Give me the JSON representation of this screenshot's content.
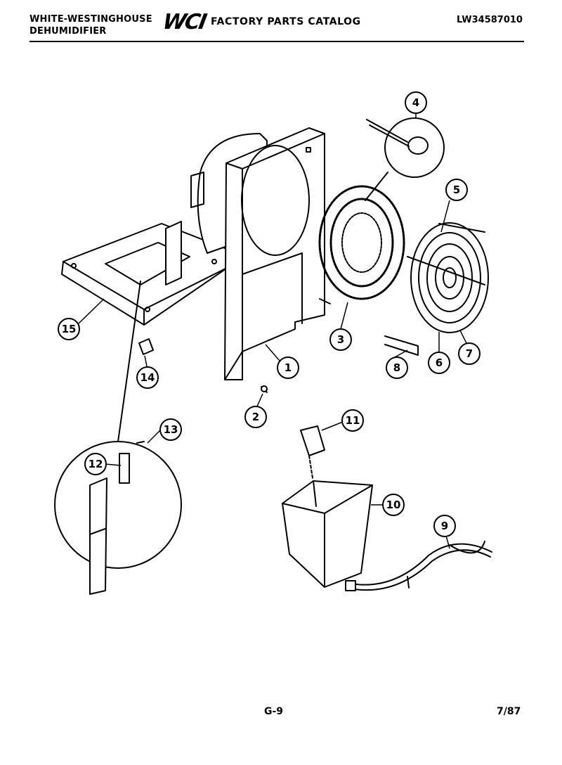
{
  "header": {
    "brand_line1": "WHITE-WESTINGHOUSE",
    "brand_line2": "DEHUMIDIFIER",
    "logo": "WCI",
    "catalog_title": "FACTORY PARTS CATALOG",
    "model_number": "LW34587010"
  },
  "footer": {
    "page": "G-9",
    "date": "7/87"
  },
  "callouts": [
    "1",
    "2",
    "3",
    "4",
    "5",
    "6",
    "7",
    "8",
    "9",
    "10",
    "11",
    "12",
    "13",
    "14",
    "15"
  ]
}
